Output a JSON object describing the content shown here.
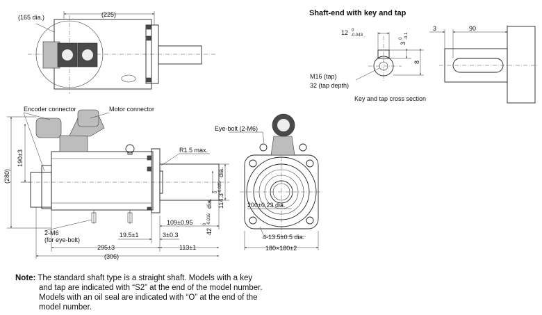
{
  "top_view": {
    "dia_label": "(165 dia.)",
    "length_label": "(225)"
  },
  "shaft_end": {
    "title": "Shaft-end with key and tap",
    "key_width": "12",
    "key_width_tol_top": "0",
    "key_width_tol_bottom": "-0.043",
    "key_depth": "3",
    "key_depth_tol_top": "0",
    "key_depth_tol_bottom": "-0.1",
    "key_height": "8",
    "offset": "3",
    "key_length": "90",
    "tap": "M16 (tap)",
    "tap_depth": "32 (tap depth)",
    "section_caption": "Key and tap cross section"
  },
  "side_view": {
    "encoder_connector": "Encoder connector",
    "motor_connector": "Motor connector",
    "height_total": "(280)",
    "height_center": "190±3",
    "radius": "R1.5 max.",
    "eyebolt_hole": "2-M6",
    "eyebolt_hole_note": "(for eye-bolt)",
    "shaft_len": "109±0.95",
    "flange_thk": "19.5±1",
    "spigot": "3±0.3",
    "body_len": "295±3",
    "overall_len": "(306)",
    "to_flange": "113±1",
    "spigot_dia": "114.3",
    "spigot_dia_tol_top": "0",
    "spigot_dia_tol_bottom": "-0.025",
    "spigot_dia_unit": "dia.",
    "shaft_dia": "42",
    "shaft_dia_tol_top": "0",
    "shaft_dia_tol_bottom": "-0.016",
    "shaft_dia_unit": "dia."
  },
  "front_view": {
    "eyebolt": "Eye-bolt (2-M6)",
    "pcd": "200±0.23 dia.",
    "holes": "4-13.5±0.5 dia.",
    "flange_size": "180×180±2"
  },
  "note": {
    "label": "Note:",
    "line1": "The standard shaft type is a straight shaft. Models with a key",
    "line2": "and tap are indicated with “S2” at the end of the model number.",
    "line3": "Models with an oil seal are indicated with “O” at the end of the",
    "line4": "model number."
  }
}
